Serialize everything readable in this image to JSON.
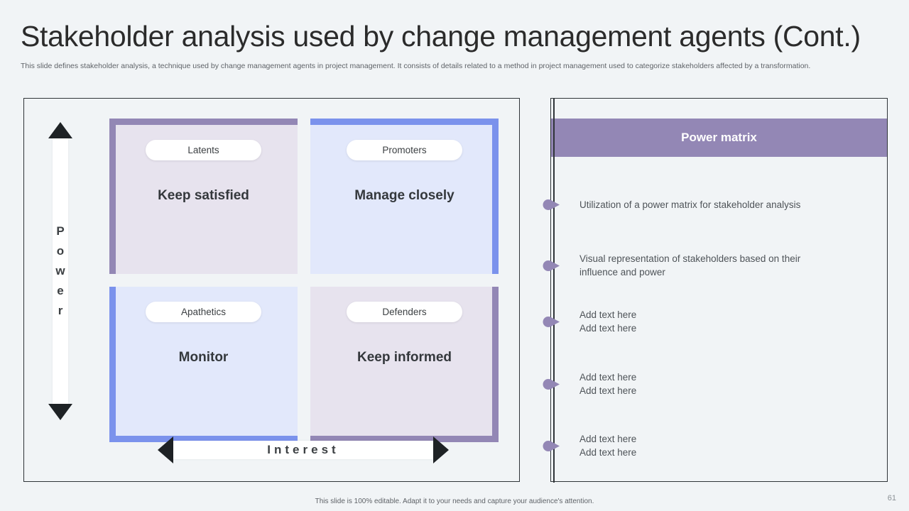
{
  "header": {
    "title": "Stakeholder analysis used by change management agents (Cont.)",
    "subtitle": "This slide defines stakeholder analysis, a technique used by change management agents in project management. It consists of details related to a method in project management used to categorize stakeholders affected by a transformation."
  },
  "matrix": {
    "y_axis_label": "Power",
    "y_axis_letters": [
      "P",
      "o",
      "w",
      "e",
      "r"
    ],
    "x_axis_label": "Interest",
    "quadrants": [
      {
        "tag": "Latents",
        "action": "Keep satisfied",
        "accent": "#9387b5",
        "fill": "#e7e3ee"
      },
      {
        "tag": "Promoters",
        "action": "Manage closely",
        "accent": "#7b92ec",
        "fill": "#e2e8fb"
      },
      {
        "tag": "Apathetics",
        "action": "Monitor",
        "accent": "#7b92ec",
        "fill": "#e2e8fb"
      },
      {
        "tag": "Defenders",
        "action": "Keep informed",
        "accent": "#9387b5",
        "fill": "#e7e3ee"
      }
    ]
  },
  "side_panel": {
    "header_label": "Power matrix",
    "header_color": "#9387b5",
    "bullet_color": "#9387b5",
    "bullets": [
      {
        "lines": [
          "Utilization of a power matrix for stakeholder analysis"
        ]
      },
      {
        "lines": [
          "Visual representation of stakeholders based on their",
          "influence and power"
        ]
      },
      {
        "lines": [
          "Add text here",
          "Add text here"
        ]
      },
      {
        "lines": [
          "Add text here",
          "Add text here"
        ]
      },
      {
        "lines": [
          "Add text here",
          "Add text here"
        ]
      }
    ]
  },
  "footer": {
    "note": "This slide is 100% editable. Adapt it to your needs and capture your audience's attention.",
    "page_number": "61"
  }
}
